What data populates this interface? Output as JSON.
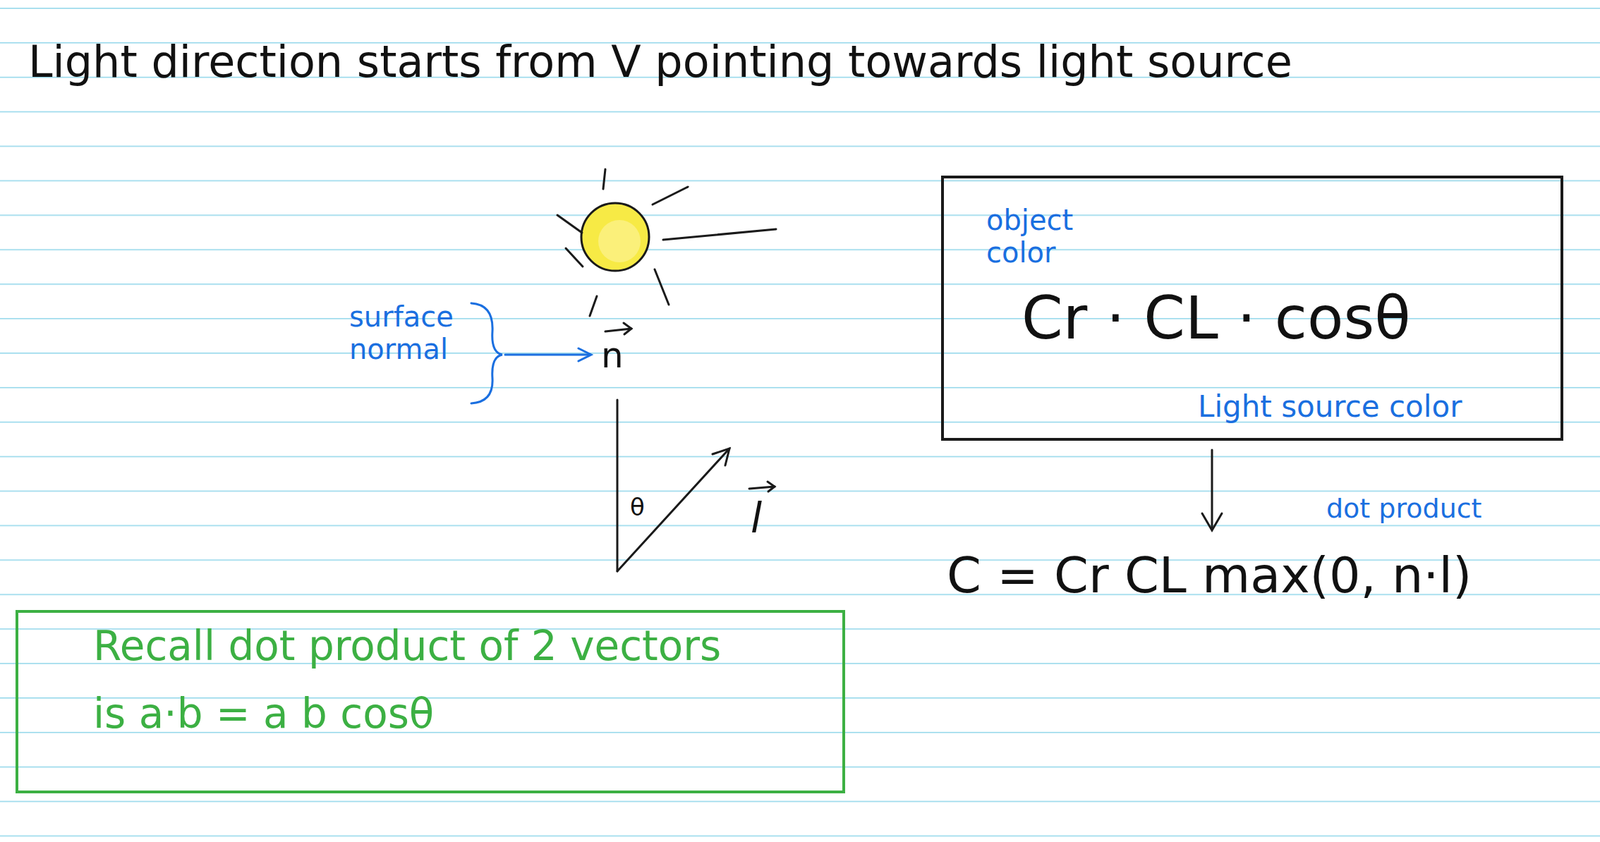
{
  "diagram": {
    "title": "Light direction starts from V pointing towards light source",
    "nodes": [
      {
        "text": [
          "object color",
          "Cr · CL · cosθ",
          "Light source color"
        ]
      },
      {
        "text": [
          "Recall dot product of 2 vectors",
          "is a·b = a b cosθ"
        ]
      }
    ],
    "labels": [
      "surface normal",
      "n",
      "θ",
      "l",
      "dot product",
      "C = Cr CL max(0, n·l)"
    ]
  }
}
